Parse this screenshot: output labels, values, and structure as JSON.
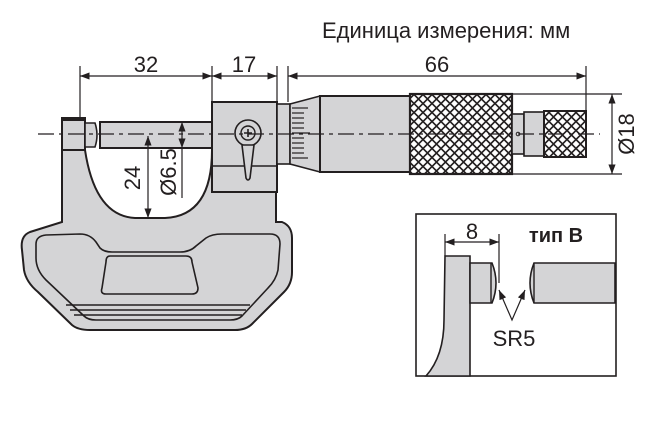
{
  "units_label": "Единица измерения: мм",
  "dimensions": {
    "anvil_to_frame": "32",
    "frame_width": "17",
    "thimble_length": "66",
    "throat_depth": "24",
    "spindle_diameter": "Ø6.5",
    "thimble_diameter": "Ø18"
  },
  "detail": {
    "title": "тип B",
    "dimension": "8",
    "radius_label": "SR5"
  },
  "colors": {
    "body_fill": "#d4d4d6",
    "outline": "#231f20",
    "background": "#ffffff"
  }
}
